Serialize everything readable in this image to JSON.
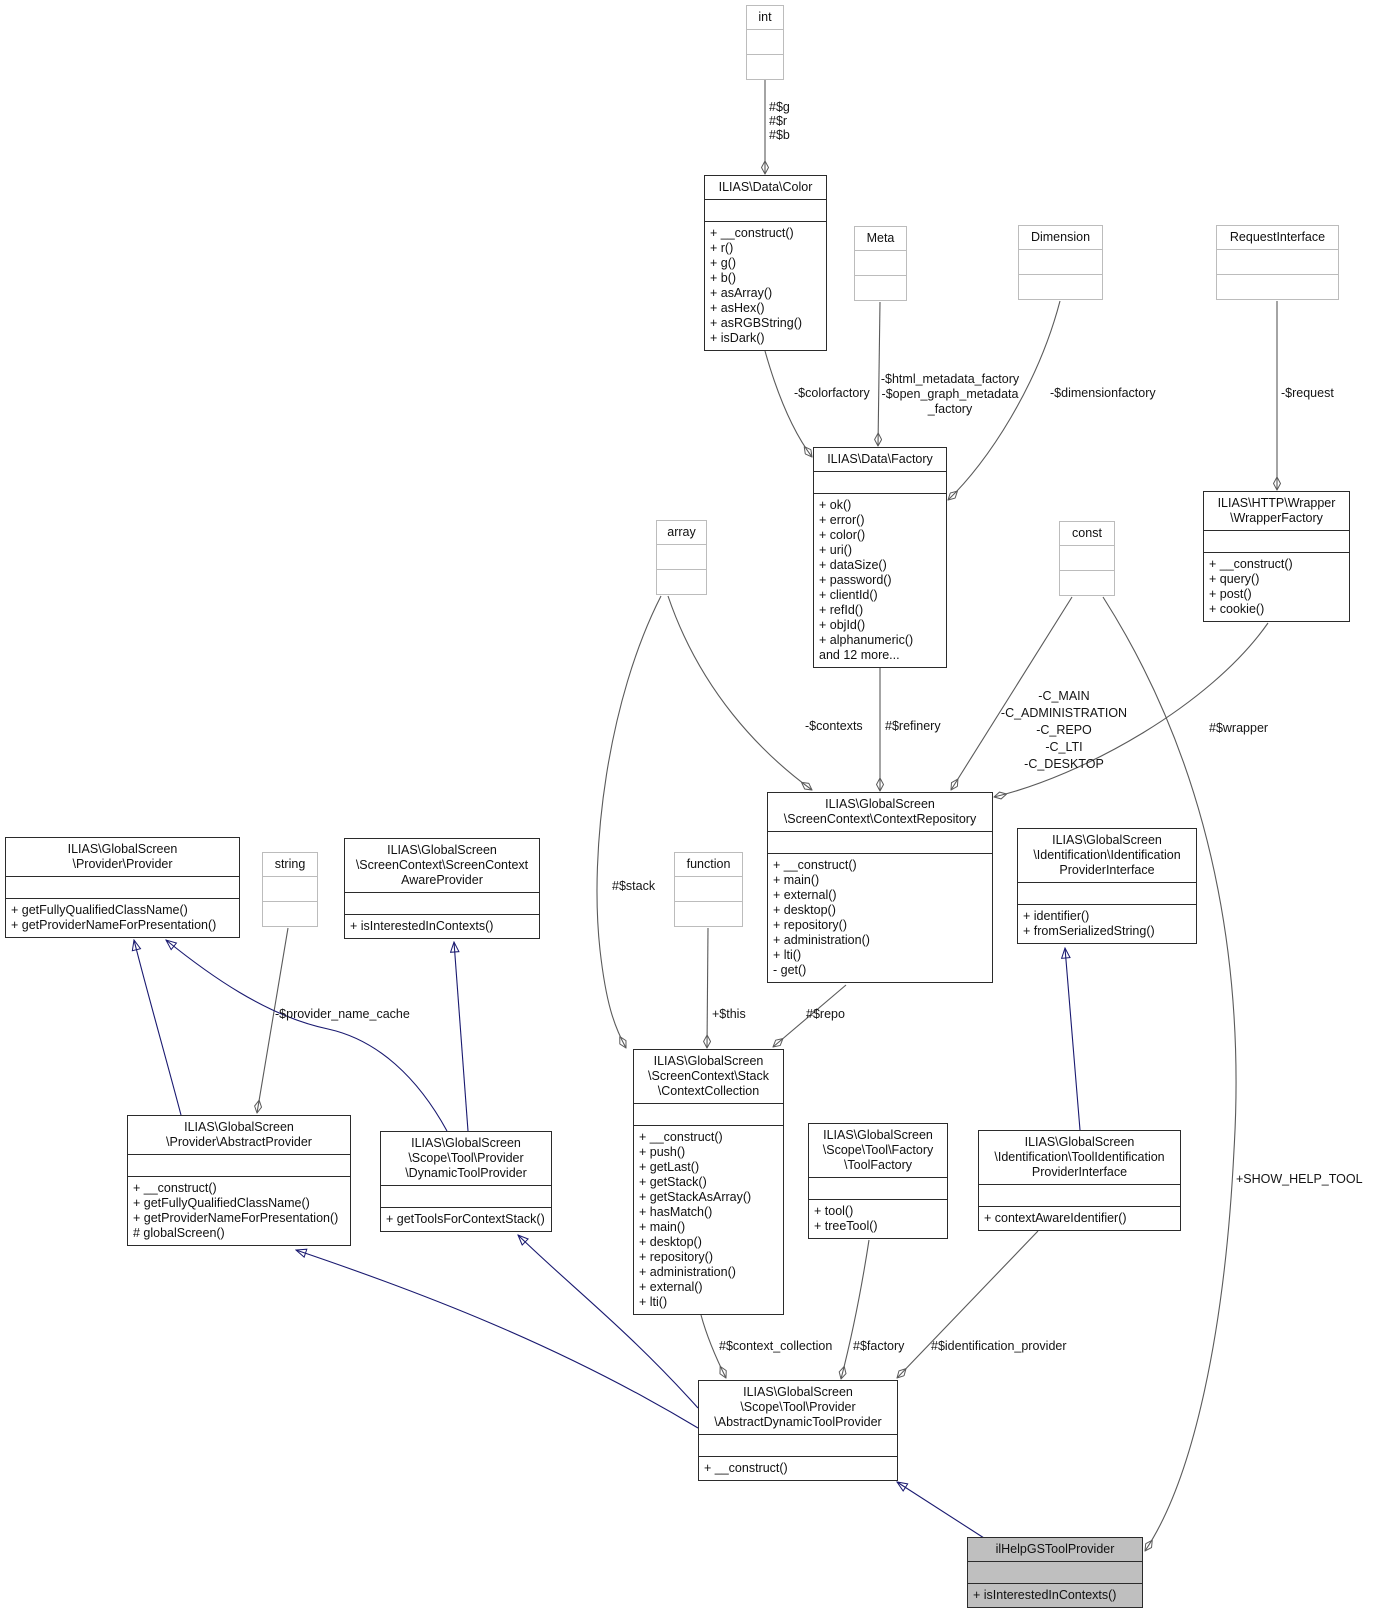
{
  "diagram": {
    "association_color": "#5a5a5a",
    "inheritance_color": "#191970",
    "highlight_fill": "#bfbfbf",
    "background": "#ffffff"
  },
  "classes": {
    "int": {
      "title": "int",
      "methods": []
    },
    "color": {
      "title": "ILIAS\\Data\\Color",
      "methods": [
        "+ __construct()",
        "+ r()",
        "+ g()",
        "+ b()",
        "+ asArray()",
        "+ asHex()",
        "+ asRGBString()",
        "+ isDark()"
      ]
    },
    "meta": {
      "title": "Meta",
      "methods": []
    },
    "dimension": {
      "title": "Dimension",
      "methods": []
    },
    "request_interface": {
      "title": "RequestInterface",
      "methods": []
    },
    "factory": {
      "title": "ILIAS\\Data\\Factory",
      "methods": [
        "+ ok()",
        "+ error()",
        "+ color()",
        "+ uri()",
        "+ dataSize()",
        "+ password()",
        "+ clientId()",
        "+ refId()",
        "+ objId()",
        "+ alphanumeric()",
        "and 12 more..."
      ]
    },
    "wrapper_factory": {
      "title": "ILIAS\\HTTP\\Wrapper\n\\WrapperFactory",
      "methods": [
        "+ __construct()",
        "+ query()",
        "+ post()",
        "+ cookie()"
      ]
    },
    "array": {
      "title": "array",
      "methods": []
    },
    "const": {
      "title": "const",
      "methods": []
    },
    "context_repository": {
      "title": "ILIAS\\GlobalScreen\n\\ScreenContext\\ContextRepository",
      "methods": [
        "+ __construct()",
        "+ main()",
        "+ external()",
        "+ desktop()",
        "+ repository()",
        "+ administration()",
        "+ lti()",
        "- get()"
      ]
    },
    "identification_provider_interface": {
      "title": "ILIAS\\GlobalScreen\n\\Identification\\Identification\nProviderInterface",
      "methods": [
        "+ identifier()",
        "+ fromSerializedString()"
      ]
    },
    "function": {
      "title": "function",
      "methods": []
    },
    "provider": {
      "title": "ILIAS\\GlobalScreen\n\\Provider\\Provider",
      "methods": [
        "+ getFullyQualifiedClassName()",
        "+ getProviderNameForPresentation()"
      ]
    },
    "string": {
      "title": "string",
      "methods": []
    },
    "screen_context_aware_provider": {
      "title": "ILIAS\\GlobalScreen\n\\ScreenContext\\ScreenContext\nAwareProvider",
      "methods": [
        "+ isInterestedInContexts()"
      ]
    },
    "abstract_provider": {
      "title": "ILIAS\\GlobalScreen\n\\Provider\\AbstractProvider",
      "methods": [
        "+ __construct()",
        "+ getFullyQualifiedClassName()",
        "+ getProviderNameForPresentation()",
        "# globalScreen()"
      ]
    },
    "dynamic_tool_provider": {
      "title": "ILIAS\\GlobalScreen\n\\Scope\\Tool\\Provider\n\\DynamicToolProvider",
      "methods": [
        "+ getToolsForContextStack()"
      ]
    },
    "context_collection": {
      "title": "ILIAS\\GlobalScreen\n\\ScreenContext\\Stack\n\\ContextCollection",
      "methods": [
        "+ __construct()",
        "+ push()",
        "+ getLast()",
        "+ getStack()",
        "+ getStackAsArray()",
        "+ hasMatch()",
        "+ main()",
        "+ desktop()",
        "+ repository()",
        "+ administration()",
        "+ external()",
        "+ lti()"
      ]
    },
    "tool_factory": {
      "title": "ILIAS\\GlobalScreen\n\\Scope\\Tool\\Factory\n\\ToolFactory",
      "methods": [
        "+ tool()",
        "+ treeTool()"
      ]
    },
    "tool_identification_provider_interface": {
      "title": "ILIAS\\GlobalScreen\n\\Identification\\ToolIdentification\nProviderInterface",
      "methods": [
        "+ contextAwareIdentifier()"
      ]
    },
    "abstract_dynamic_tool_provider": {
      "title": "ILIAS\\GlobalScreen\n\\Scope\\Tool\\Provider\n\\AbstractDynamicToolProvider",
      "methods": [
        "+ __construct()"
      ]
    },
    "il_help_gs_tool_provider": {
      "title": "ilHelpGSToolProvider",
      "methods": [
        "+ isInterestedInContexts()"
      ]
    }
  },
  "edge_labels": {
    "int_color": "#$g\n#$r\n#$b",
    "color_factory": "-$colorfactory",
    "meta_factory": "-$html_metadata_factory\n-$open_graph_metadata\n_factory",
    "dimension_factory": "-$dimensionfactory",
    "request_wrapper": "-$request",
    "array_contextrepo": "-$contexts",
    "factory_contextrepo": "#$refinery",
    "const_contextrepo": "-C_MAIN\n-C_ADMINISTRATION\n-C_REPO\n-C_LTI\n-C_DESKTOP",
    "wrapper_contextrepo": "#$wrapper",
    "array_contextcollection": "#$stack",
    "function_contextcollection": "+$this",
    "contextrepo_contextcollection": "#$repo",
    "string_abstractprovider": "-$provider_name_cache",
    "contextcollection_adt": "#$context_collection",
    "toolfactory_adt": "#$factory",
    "tipi_adt": "#$identification_provider",
    "const_ilhelp": "+SHOW_HELP_TOOL"
  }
}
